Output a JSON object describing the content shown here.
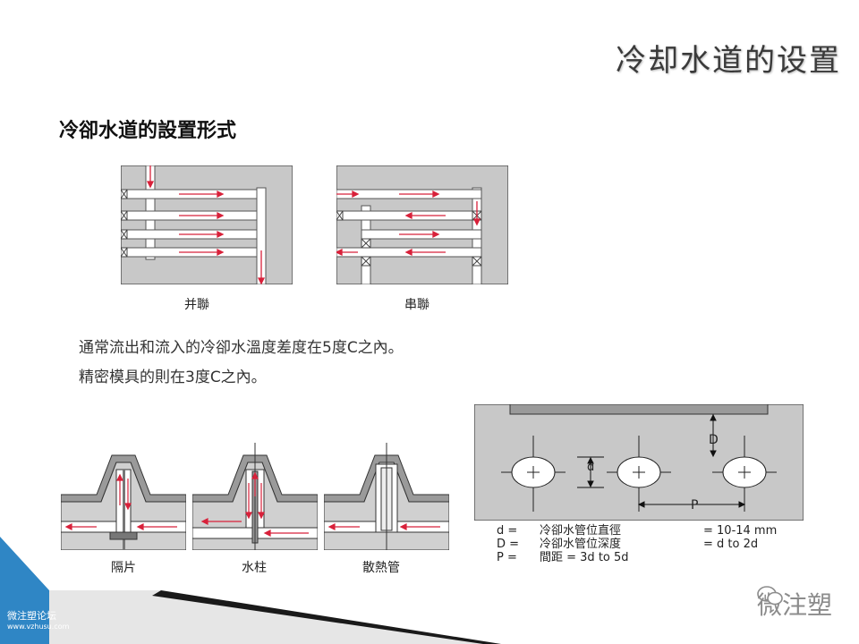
{
  "slide": {
    "title": "冷却水道的设置",
    "subtitle": "冷卻水道的設置形式"
  },
  "diagrams": {
    "parallel_caption": "并聯",
    "series_caption": "串聯",
    "baffle_caption": "隔片",
    "column_caption": "水柱",
    "heat_pipe_caption": "散熱管"
  },
  "notes": [
    "通常流出和流入的冷卻水溫度差度在5度C之內。",
    "精密模具的則在3度C之內。"
  ],
  "layout_diagram": {
    "label_D": "D",
    "label_d": "d",
    "label_P": "P",
    "legend": [
      {
        "symbol": "d =",
        "name": "冷卻水管位直徑",
        "value": "= 10-14 mm"
      },
      {
        "symbol": "D =",
        "name": "冷卻水管位深度",
        "value": "= d to 2d"
      },
      {
        "symbol": "P =",
        "name": "間距 = 3d to 5d",
        "value": ""
      }
    ]
  },
  "branding": {
    "watermark": "微注塑",
    "forum_name": "微注塑论坛",
    "forum_url": "www.vzhusu.com"
  },
  "colors": {
    "mold_gray": "#c8c8c8",
    "arrow_red": "#d8213a",
    "accent_blue": "#2f86c5"
  }
}
